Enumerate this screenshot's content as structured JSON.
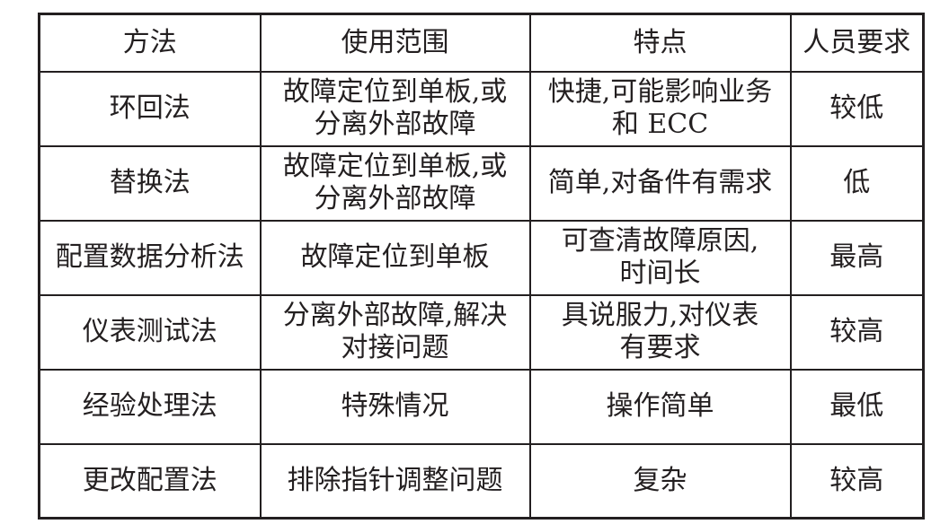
{
  "table": {
    "headers": [
      "方法",
      "使用范围",
      "特点",
      "人员要求"
    ],
    "rows": [
      {
        "method": "环回法",
        "scope": [
          "故障定位到单板,或",
          "分离外部故障"
        ],
        "features": [
          "快捷,可能影响业务",
          "和 ECC"
        ],
        "requirement": "较低"
      },
      {
        "method": "替换法",
        "scope": [
          "故障定位到单板,或",
          "分离外部故障"
        ],
        "features": [
          "简单,对备件有需求"
        ],
        "requirement": "低"
      },
      {
        "method": "配置数据分析法",
        "scope": [
          "故障定位到单板"
        ],
        "features": [
          "可查清故障原因,",
          "时间长"
        ],
        "requirement": "最高"
      },
      {
        "method": "仪表测试法",
        "scope": [
          "分离外部故障,解决",
          "对接问题"
        ],
        "features": [
          "具说服力,对仪表",
          "有要求"
        ],
        "requirement": "较高"
      },
      {
        "method": "经验处理法",
        "scope": [
          "特殊情况"
        ],
        "features": [
          "操作简单"
        ],
        "requirement": "最低"
      },
      {
        "method": "更改配置法",
        "scope": [
          "排除指针调整问题"
        ],
        "features": [
          "复杂"
        ],
        "requirement": "较高"
      }
    ]
  }
}
